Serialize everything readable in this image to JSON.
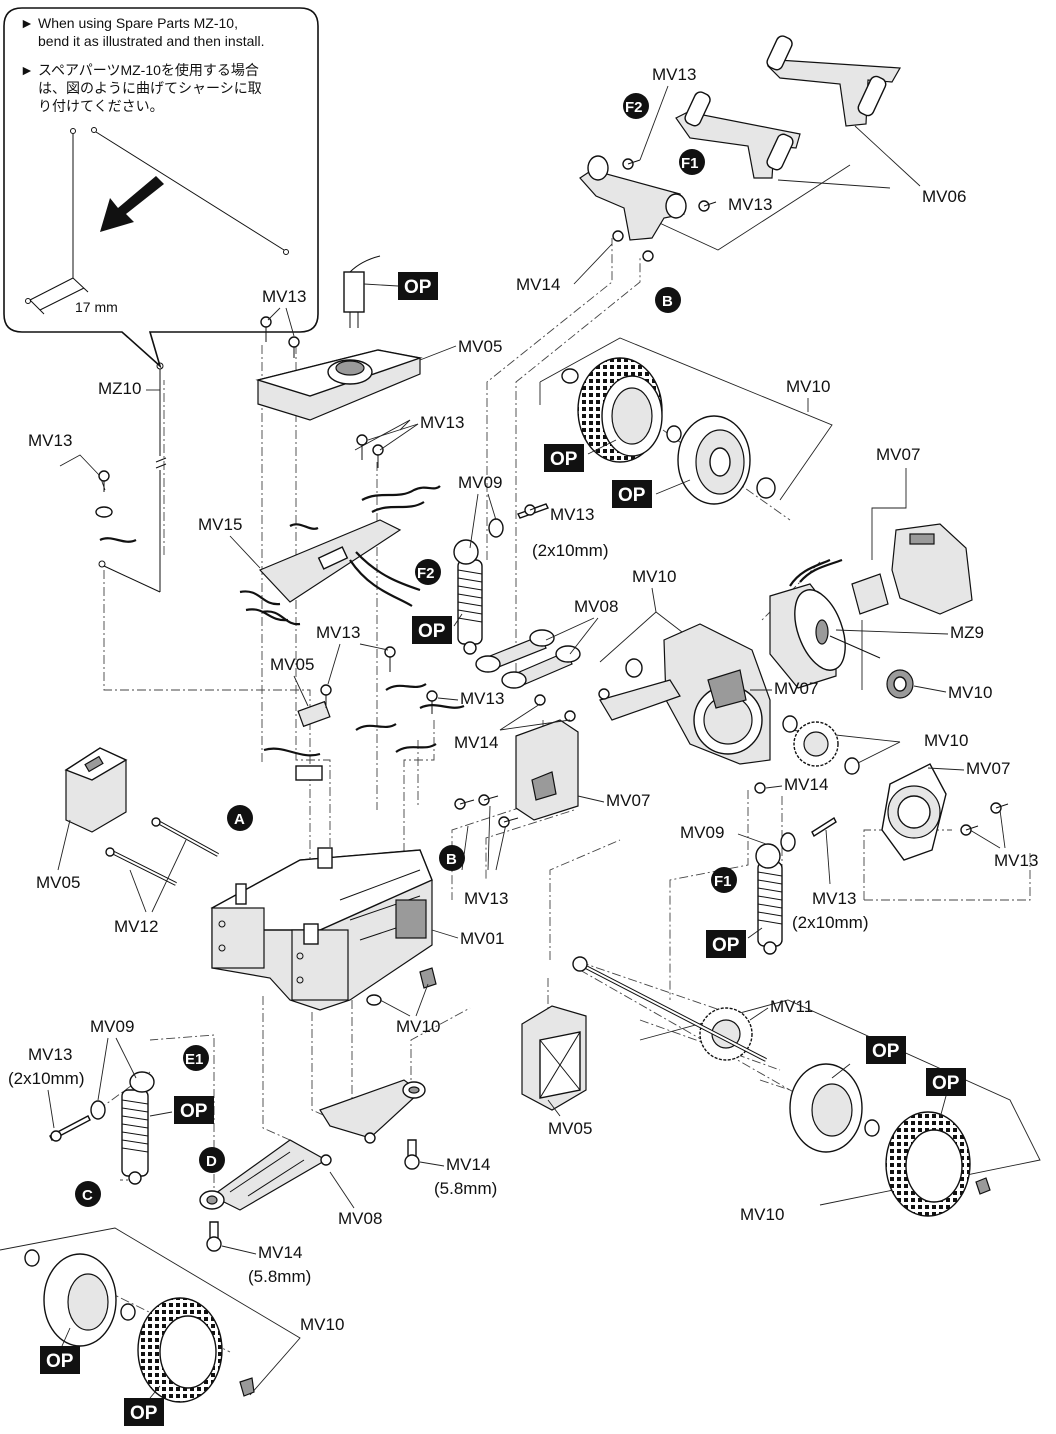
{
  "note": {
    "en_lines": [
      "When using Spare Parts MZ-10,",
      "bend it as illustrated and then install."
    ],
    "jp_lines": [
      "スペアパーツMZ-10を使用する場合",
      "は、図のように曲げてシャーシに取",
      "り付けてください。"
    ],
    "dimension": "17 mm",
    "bullet": "►"
  },
  "labels": {
    "mv01": "MV01",
    "mv05": "MV05",
    "mv06": "MV06",
    "mv07": "MV07",
    "mv08": "MV08",
    "mv09": "MV09",
    "mv10": "MV10",
    "mv11": "MV11",
    "mv12": "MV12",
    "mv13": "MV13",
    "mv14": "MV14",
    "mv15": "MV15",
    "mz9": "MZ9",
    "mz10": "MZ10",
    "size_2x10": "(2x10mm)",
    "size_58": "(5.8mm)",
    "op": "OP"
  },
  "badges": {
    "a": "A",
    "b": "B",
    "c": "C",
    "d": "D",
    "e1": "E1",
    "f1": "F1",
    "f2": "F2"
  }
}
